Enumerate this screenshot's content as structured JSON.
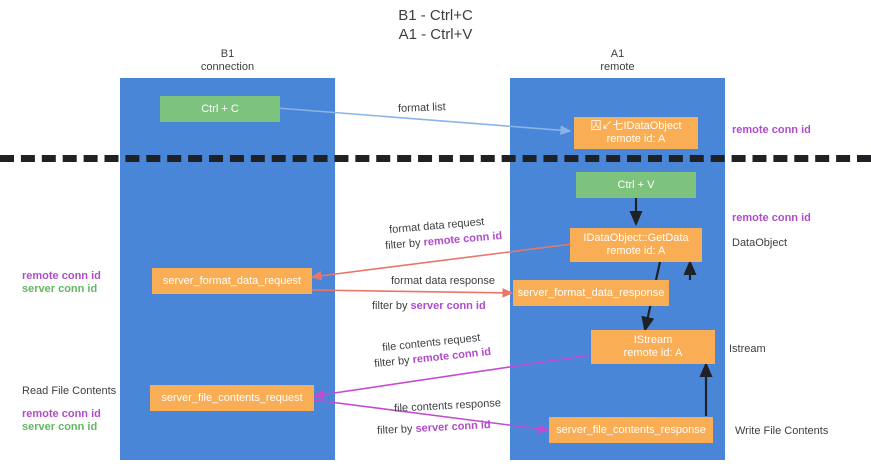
{
  "title": "B1 - Ctrl+C\nA1 - Ctrl+V",
  "lanes": [
    {
      "name": "lane-b1",
      "header": "B1\nconnection"
    },
    {
      "name": "lane-a1",
      "header": "A1\nremote"
    }
  ],
  "nodes": {
    "ctrl_c": {
      "label": "Ctrl + C",
      "sub": ""
    },
    "ctrl_v": {
      "label": "Ctrl + V",
      "sub": ""
    },
    "idataobject": {
      "label": "囚↙七IDataObject",
      "sub": "remote id: A"
    },
    "getdata": {
      "label": "IDataObject::GetData",
      "sub": "remote id: A"
    },
    "fmt_req": {
      "label": "server_format_data_request",
      "sub": ""
    },
    "fmt_resp": {
      "label": "server_format_data_response",
      "sub": ""
    },
    "istream": {
      "label": "IStream",
      "sub": "remote id: A"
    },
    "file_req": {
      "label": "server_file_contents_request",
      "sub": ""
    },
    "file_resp": {
      "label": "server_file_contents_response",
      "sub": ""
    }
  },
  "edge_labels": {
    "format_list": "format list",
    "format_data_request": "format data request",
    "format_data_request_filter_prefix": "filter by ",
    "format_data_request_filter_key": "remote conn id",
    "format_data_response": "format data response",
    "format_data_response_filter_prefix": "filter by ",
    "format_data_response_filter_key": "server conn id",
    "file_contents_request": "file contents request",
    "file_contents_request_filter_prefix": "filter by ",
    "file_contents_request_filter_key": "remote conn id",
    "file_contents_response": "file contents response",
    "file_contents_response_filter_prefix": "filter by ",
    "file_contents_response_filter_key": "server conn id"
  },
  "side_labels": {
    "left_mid_remote": "remote conn id",
    "left_mid_server": "server conn id",
    "left_read_file_contents": "Read File Contents",
    "left_low_remote": "remote conn id",
    "left_low_server": "server conn id",
    "right_top_remote": "remote conn id",
    "right_mid_remote": "remote conn id",
    "right_dataobject": "DataObject",
    "right_istream": "Istream",
    "right_write_file_contents": "Write File Contents"
  },
  "colors": {
    "lane": "#4a86d8",
    "node_green": "#7dc27d",
    "node_orange": "#f9ad54",
    "accent_pink": "#b14ccb",
    "accent_green": "#63b863",
    "arrow_blue": "#8ab4e8",
    "arrow_red": "#e8776a",
    "arrow_magenta": "#c44bd0",
    "arrow_black": "#202124",
    "text": "#3c4043",
    "background": "#ffffff"
  }
}
